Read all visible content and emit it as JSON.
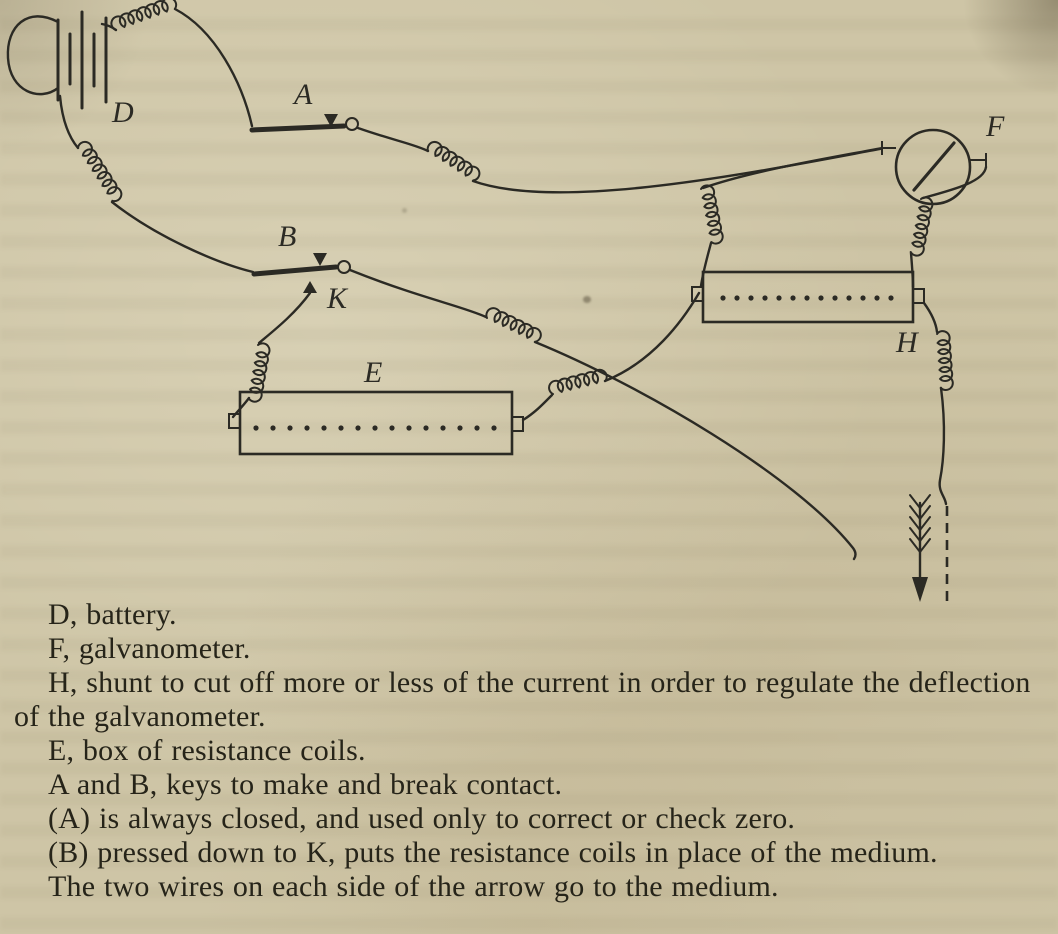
{
  "page": {
    "paper_color": "#cec5a6",
    "ink_color": "#2b2a24",
    "text_color": "#262419"
  },
  "diagram": {
    "labels": {
      "battery": "D",
      "key_a": "A",
      "key_b": "B",
      "contact_k": "K",
      "resistance_box": "E",
      "galvanometer": "F",
      "shunt": "H"
    }
  },
  "legend": {
    "lines": [
      "D, battery.",
      "F, galvanometer.",
      "H, shunt to cut off more or less of the current in order to regulate the deflection of the galvanometer.",
      "E, box of resistance coils.",
      "A and B, keys to make and break contact.",
      "(A) is always closed, and used only to correct or check zero.",
      "(B) pressed down to K, puts the resistance coils in place of the medium.",
      "The two wires on each side of the arrow go to the medium."
    ]
  }
}
